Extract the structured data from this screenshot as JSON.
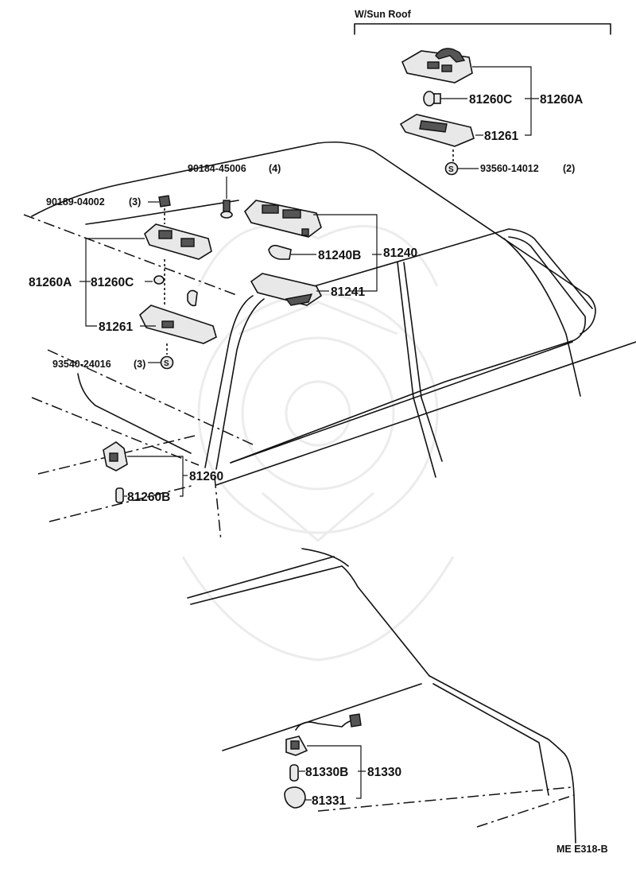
{
  "header": {
    "sunroof_label": "W/Sun Roof"
  },
  "labels": {
    "sr_81260C": "81260C",
    "sr_81260A": "81260A",
    "sr_81261": "81261",
    "sr_93560": "93560-14012",
    "sr_93560_qty": "(2)",
    "screw_90184": "90184-45006",
    "screw_90184_qty": "(4)",
    "screw_90189": "90189-04002",
    "screw_90189_qty": "(3)",
    "p_81240B": "81240B",
    "p_81240": "81240",
    "p_81241": "81241",
    "p_81260A": "81260A",
    "p_81260C": "81260C",
    "p_81261": "81261",
    "p_93540": "93540-24016",
    "p_93540_qty": "(3)",
    "p_81260": "81260",
    "p_81260B": "81260B",
    "p_81330B": "81330B",
    "p_81330": "81330",
    "p_81331": "81331"
  },
  "footer": {
    "code": "ME E318-B"
  }
}
